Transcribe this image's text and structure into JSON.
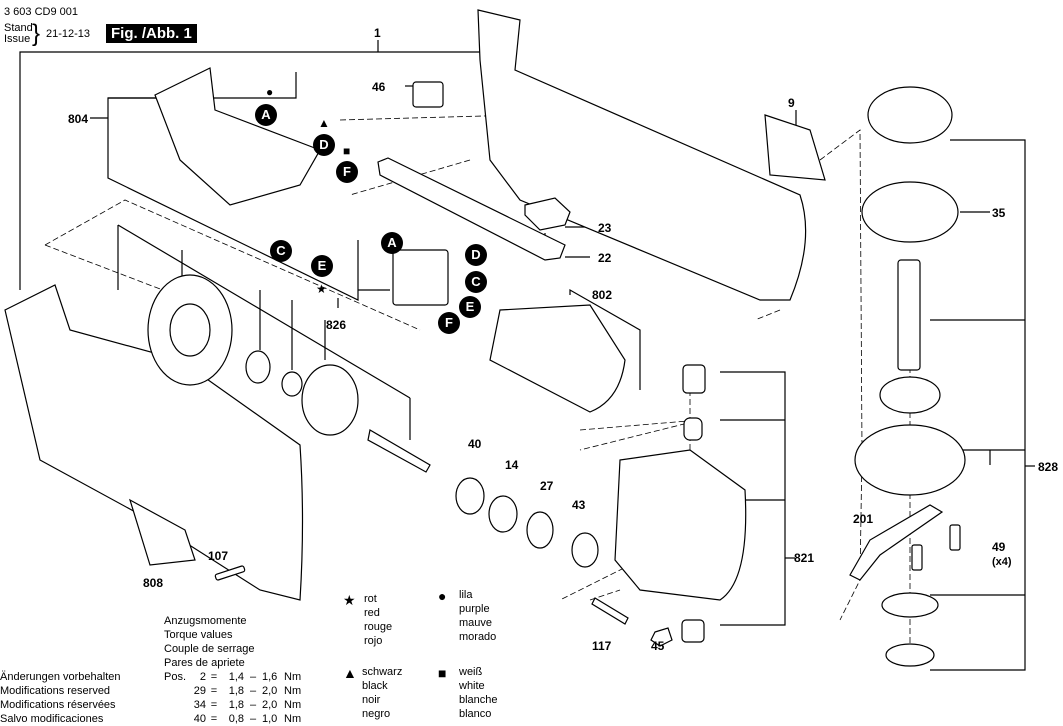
{
  "header": {
    "doc_number": "3 603 CD9 001",
    "stand_label": "Stand",
    "issue_label": "Issue",
    "date": "21-12-13",
    "figure_label": "Fig. /Abb. 1"
  },
  "part_labels": {
    "p1": "1",
    "p9": "9",
    "p14": "14",
    "p22": "22",
    "p23": "23",
    "p27": "27",
    "p35": "35",
    "p40": "40",
    "p43": "43",
    "p45": "45",
    "p46": "46",
    "p49": "49",
    "p49_qty": "(x4)",
    "p107": "107",
    "p117": "117",
    "p201": "201",
    "p802": "802",
    "p804": "804",
    "p808": "808",
    "p821": "821",
    "p826": "826",
    "p828": "828"
  },
  "connectors": {
    "wires": [
      "A",
      "C",
      "D",
      "E",
      "F"
    ],
    "switch": [
      "A",
      "D",
      "C",
      "E",
      "F"
    ]
  },
  "color_marks": {
    "star": "★",
    "circle": "●",
    "triangle": "▲",
    "square": "■"
  },
  "torque": {
    "titles": [
      "Anzugsmomente",
      "Torque values",
      "Couple de serrage",
      "Pares de apriete"
    ],
    "pos_label": "Pos.",
    "rows": [
      {
        "pos": "2",
        "min": "1,4",
        "max": "1,6",
        "unit": "Nm"
      },
      {
        "pos": "29",
        "min": "1,8",
        "max": "2,0",
        "unit": "Nm"
      },
      {
        "pos": "34",
        "min": "1,8",
        "max": "2,0",
        "unit": "Nm"
      },
      {
        "pos": "40",
        "min": "0,8",
        "max": "1,0",
        "unit": "Nm"
      }
    ]
  },
  "legend": {
    "star": {
      "symbol": "★",
      "lines": [
        "rot",
        "red",
        "rouge",
        "rojo"
      ]
    },
    "circle": {
      "symbol": "●",
      "lines": [
        "lila",
        "purple",
        "mauve",
        "morado"
      ]
    },
    "triangle": {
      "symbol": "▲",
      "lines": [
        "schwarz",
        "black",
        "noir",
        "negro"
      ]
    },
    "square": {
      "symbol": "■",
      "lines": [
        "weiß",
        "white",
        "blanche",
        "blanco"
      ]
    }
  },
  "disclaimer": [
    "Änderungen vorbehalten",
    "Modifications reserved",
    "Modifications réservées",
    "Salvo modificaciones"
  ]
}
